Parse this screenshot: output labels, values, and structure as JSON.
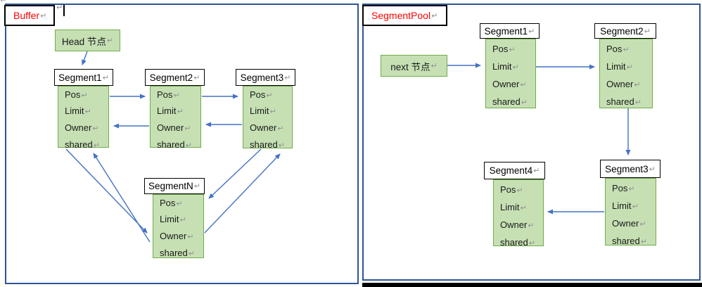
{
  "pm": "↵",
  "colors": {
    "arrow_blue": "#4472C4",
    "panel_border_blue": "#2F5496",
    "node_green_fill": "#C6E0B4",
    "node_green_border": "#70AD47",
    "title_red": "#FF0000",
    "bottom_bar_black": "#000000"
  },
  "left_panel": {
    "title": "Buffer",
    "head_node_label": "Head 节点",
    "segments": [
      {
        "title": "Segment1",
        "fields": [
          "Pos",
          "Limit",
          "Owner",
          "shared"
        ]
      },
      {
        "title": "Segment2",
        "fields": [
          "Pos",
          "Limit",
          "Owner",
          "shared"
        ]
      },
      {
        "title": "Segment3",
        "fields": [
          "Pos",
          "Limit",
          "Owner",
          "shared"
        ]
      },
      {
        "title": "SegmentN",
        "fields": [
          "Pos",
          "Limit",
          "Owner",
          "shared"
        ]
      }
    ]
  },
  "right_panel": {
    "title": "SegmentPool",
    "next_node_label": "next 节点",
    "segments": [
      {
        "title": "Segment1",
        "fields": [
          "Pos",
          "Limit",
          "Owner",
          "shared"
        ]
      },
      {
        "title": "Segment2",
        "fields": [
          "Pos",
          "Limit",
          "Owner",
          "shared"
        ]
      },
      {
        "title": "Segment3",
        "fields": [
          "Pos",
          "Limit",
          "Owner",
          "shared"
        ]
      },
      {
        "title": "Segment4",
        "fields": [
          "Pos",
          "Limit",
          "Owner",
          "shared"
        ]
      }
    ]
  }
}
